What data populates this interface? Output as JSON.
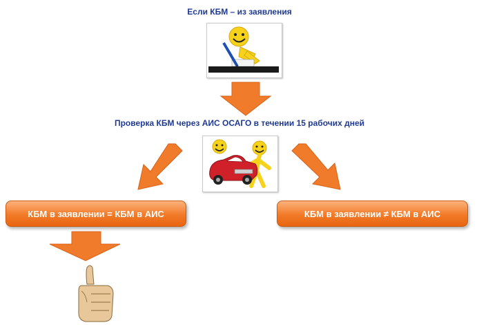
{
  "diagram": {
    "step_top_caption": "Если КБМ – из заявления",
    "step_check_caption": "Проверка КБМ через АИС ОСАГО  в течении 15 рабочих дней",
    "outcome_equal": "КБМ в заявлении = КБМ в АИС",
    "outcome_not_equal": "КБМ в заявлении ≠ КБМ в АИС",
    "icons": [
      "smiley-signing-icon",
      "smiley-car-icon",
      "thumbs-up-icon"
    ],
    "colors": {
      "caption_text": "#1f3a93",
      "arrow_orange": "#f07b2a",
      "box_orange": "#f27a28",
      "box_text": "#ffffff",
      "smiley_yellow": "#f7d21b",
      "car_red": "#d0202a"
    }
  }
}
